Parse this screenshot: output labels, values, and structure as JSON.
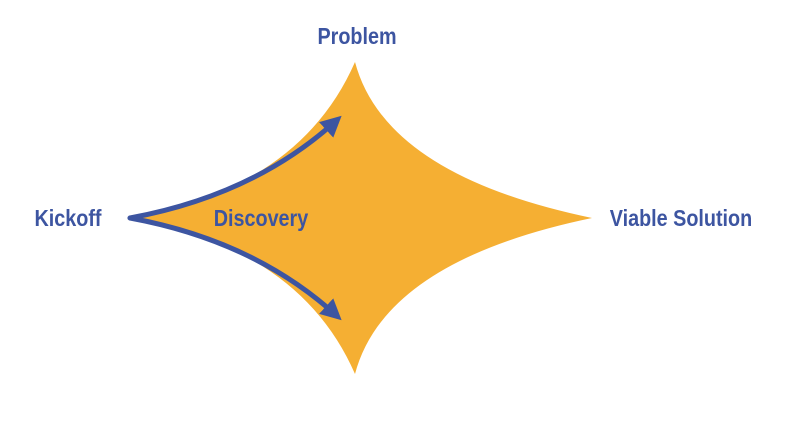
{
  "diagram": {
    "labels": {
      "top": "Problem",
      "left": "Kickoff",
      "center": "Discovery",
      "right": "Viable Solution"
    },
    "colors": {
      "shape_fill": "#F5AF33",
      "text": "#3D55A1",
      "arrow": "#3D55A1",
      "background": "#FFFFFF"
    },
    "arrows": [
      {
        "from": "Kickoff",
        "direction": "up-right"
      },
      {
        "from": "Kickoff",
        "direction": "down-right"
      }
    ]
  }
}
